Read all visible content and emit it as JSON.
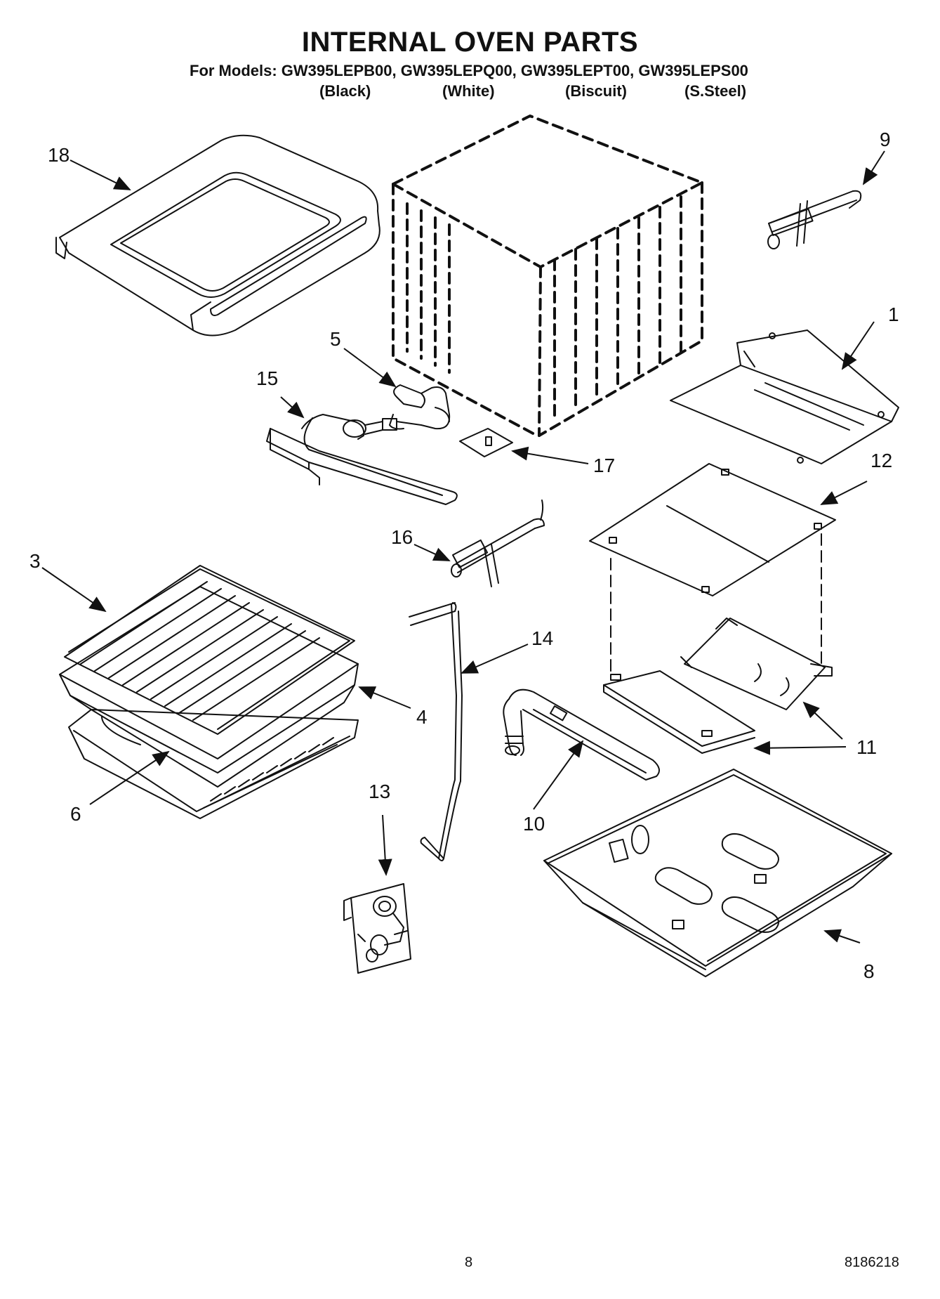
{
  "header": {
    "title": "INTERNAL OVEN PARTS",
    "models_line": "For Models: GW395LEPB00, GW395LEPQ00, GW395LEPT00, GW395LEPS00",
    "colors": [
      "(Black)",
      "(White)",
      "(Biscuit)",
      "(S.Steel)"
    ]
  },
  "callouts": {
    "c1": "1",
    "c3": "3",
    "c4": "4",
    "c5": "5",
    "c6": "6",
    "c8": "8",
    "c9": "9",
    "c10": "10",
    "c11": "11",
    "c12": "12",
    "c13": "13",
    "c14": "14",
    "c15": "15",
    "c16": "16",
    "c17": "17",
    "c18": "18"
  },
  "footer": {
    "page_number": "8",
    "doc_number": "8186218"
  }
}
